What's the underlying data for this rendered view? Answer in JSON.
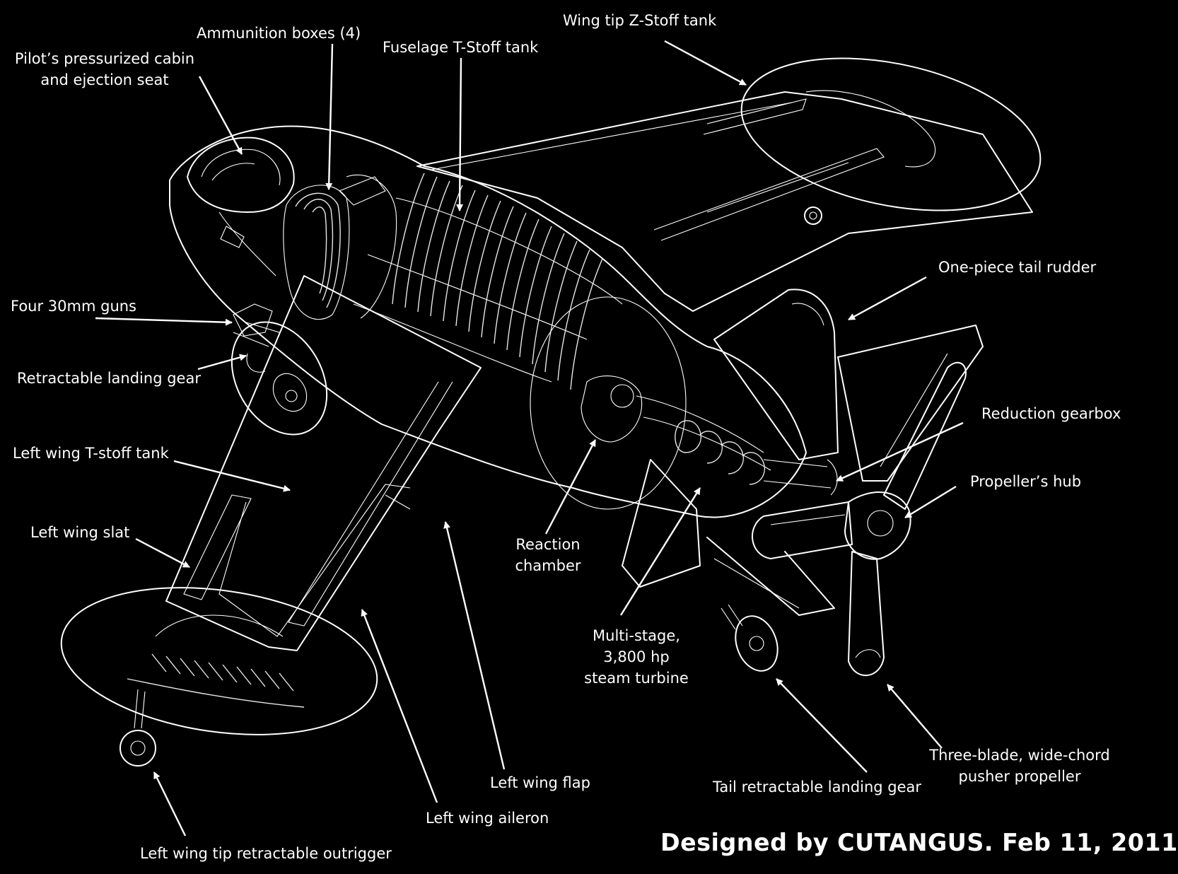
{
  "labels": {
    "wing_tip_z_stoff_tank": "Wing tip Z-Stoff tank",
    "ammunition_boxes": "Ammunition boxes (4)",
    "fuselage_t_stoff_tank": "Fuselage T-Stoff tank",
    "pilot_cabin": "Pilot’s pressurized cabin\nand ejection seat",
    "one_piece_tail_rudder": "One-piece tail rudder",
    "four_30mm_guns": "Four 30mm guns",
    "retractable_landing_gear": "Retractable landing gear",
    "reduction_gearbox": "Reduction gearbox",
    "left_wing_t_stoff_tank": "Left wing T-stoff tank",
    "propeller_hub": "Propeller’s hub",
    "left_wing_slat": "Left wing slat",
    "reaction_chamber": "Reaction\nchamber",
    "multi_stage_turbine": "Multi-stage,\n3,800 hp\nsteam turbine",
    "three_blade_propeller": "Three-blade, wide-chord\npusher propeller",
    "left_wing_flap": "Left wing flap",
    "tail_retractable_landing_gear": "Tail retractable landing gear",
    "left_wing_aileron": "Left wing aileron",
    "left_wing_tip_outrigger": "Left wing tip retractable outrigger"
  },
  "credit": "Designed by CUTANGUS. Feb 11, 2011",
  "colors": {
    "background": "#000000",
    "lines": "#ffffff",
    "text": "#ffffff"
  }
}
